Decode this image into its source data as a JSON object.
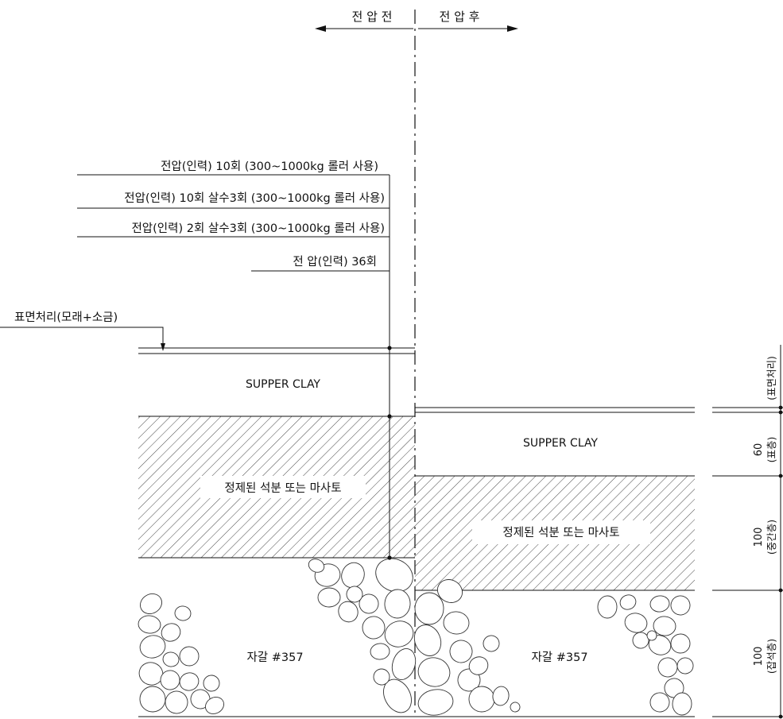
{
  "header": {
    "before_label": "전 압 전",
    "after_label": "전 압 후"
  },
  "callouts": [
    "전압(인력) 10회 (300~1000kg 롤러 사용)",
    "전압(인력) 10회 살수3회 (300~1000kg 롤러 사용)",
    "전압(인력) 2회 살수3회 (300~1000kg 롤러 사용)",
    "전 압(인력) 36회"
  ],
  "surface_treatment_label": "표면처리(모래+소금)",
  "left_layers": {
    "clay": "SUPPER CLAY",
    "granite": "정제된 석분 또는 마사토",
    "gravel": "자갈 #357"
  },
  "right_layers": {
    "clay": "SUPPER CLAY",
    "granite": "정제된 석분 또는 마사토",
    "gravel": "자갈 #357"
  },
  "dimensions": [
    {
      "value": "",
      "name": "(표면처리)"
    },
    {
      "value": "60",
      "name": "(표층)"
    },
    {
      "value": "100",
      "name": "(중간층)"
    },
    {
      "value": "100",
      "name": "(잡석층)"
    }
  ]
}
